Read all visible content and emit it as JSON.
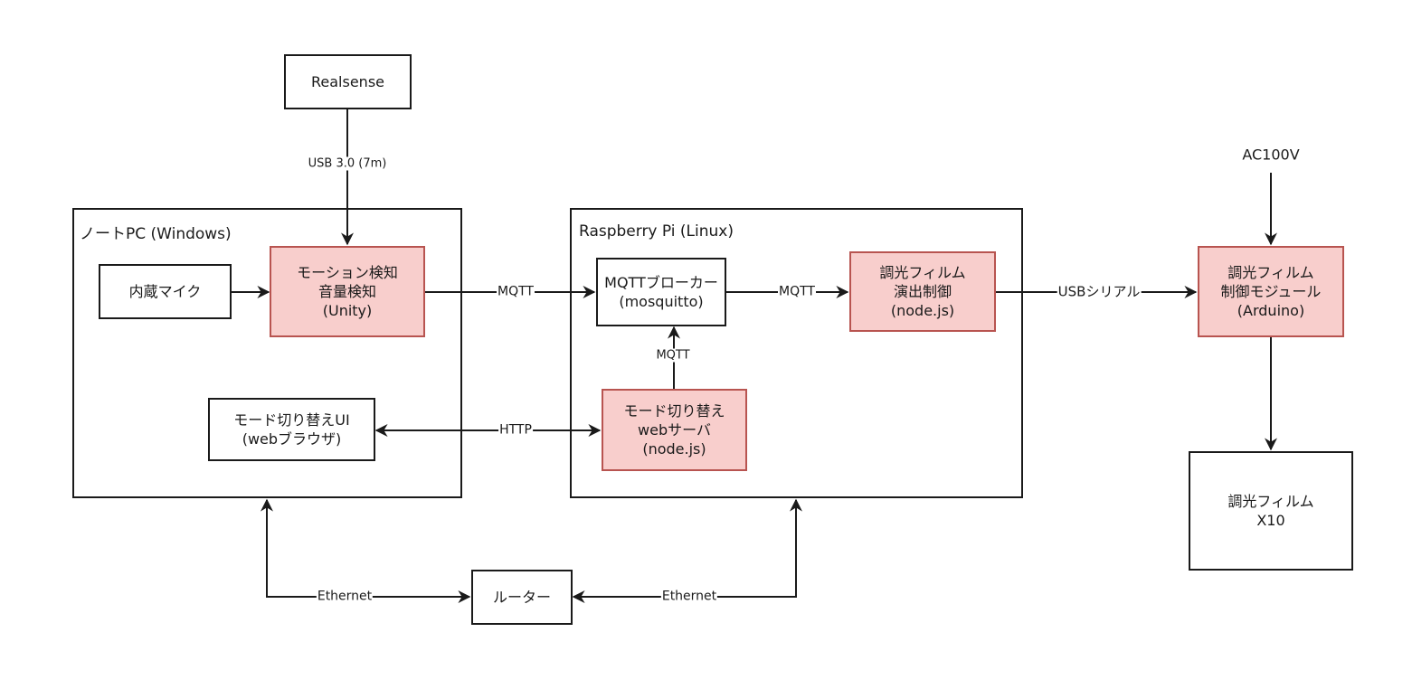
{
  "colors": {
    "pink_fill": "#f8cecc",
    "pink_stroke": "#b85450",
    "line": "#1a1a1a"
  },
  "containers": {
    "laptop": {
      "title": "ノートPC (Windows)"
    },
    "raspberry": {
      "title": "Raspberry Pi (Linux)"
    }
  },
  "nodes": {
    "realsense": "Realsense",
    "mic": "内蔵マイク",
    "motion": "モーション検知\n音量検知\n(Unity)",
    "mode_ui": "モード切り替えUI\n(webブラウザ)",
    "broker": "MQTTブローカー\n(mosquitto)",
    "film_ctrl": "調光フィルム\n演出制御\n(node.js)",
    "web_server": "モード切り替え\nwebサーバ\n(node.js)",
    "module": "調光フィルム\n制御モジュール\n(Arduino)",
    "film": "調光フィルム\nX10",
    "router": "ルーター",
    "power": "AC100V"
  },
  "edges": {
    "usb3": "USB 3.0 (7m)",
    "mqtt_to_broker": "MQTT",
    "mqtt_to_ctrl": "MQTT",
    "mqtt_from_web": "MQTT",
    "http": "HTTP",
    "usb_serial": "USBシリアル",
    "ethernet_left": "Ethernet",
    "ethernet_right": "Ethernet"
  }
}
